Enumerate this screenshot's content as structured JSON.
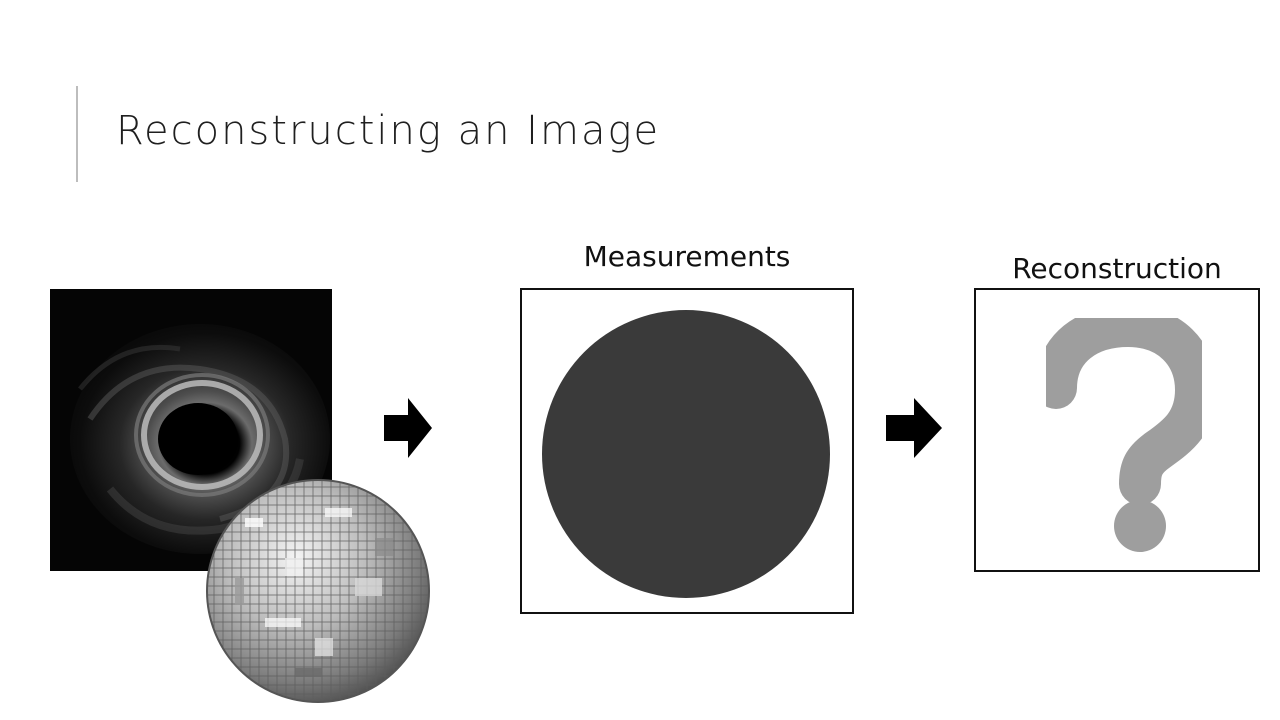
{
  "slide": {
    "title": "Reconstructing an Image"
  },
  "diagram": {
    "measurements_label": "Measurements",
    "reconstruction_label": "Reconstruction"
  }
}
